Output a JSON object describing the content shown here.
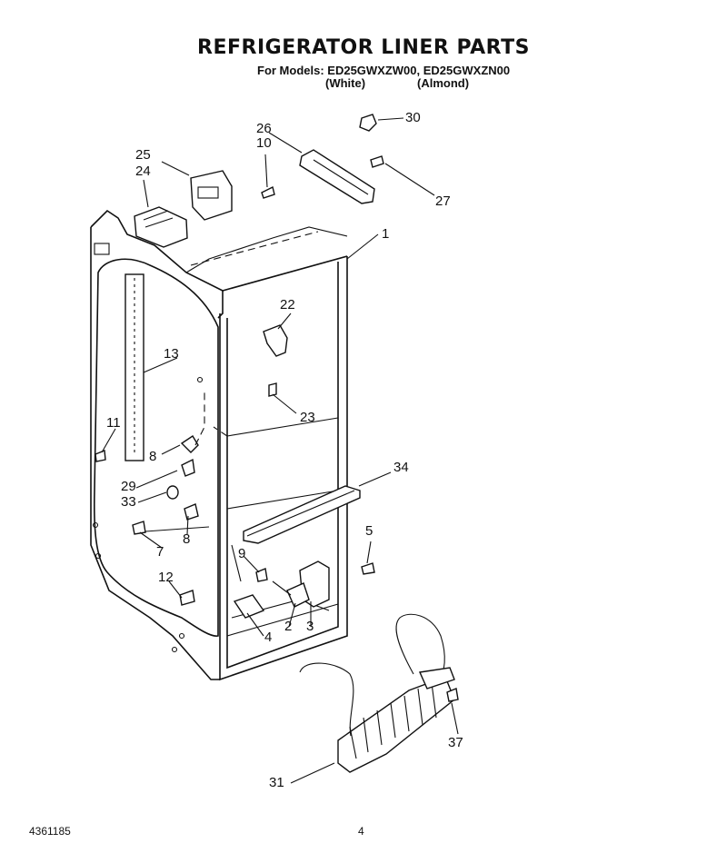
{
  "title": "REFRIGERATOR LINER PARTS",
  "models_line": "For Models: ED25GWXZW00, ED25GWXZN00",
  "variants": [
    "(White)",
    "(Almond)"
  ],
  "footer": {
    "doc_number": "4361185",
    "page_number": "4"
  },
  "callouts": [
    "1",
    "2",
    "3",
    "4",
    "5",
    "7",
    "8",
    "8",
    "9",
    "10",
    "11",
    "12",
    "13",
    "22",
    "23",
    "24",
    "25",
    "26",
    "27",
    "29",
    "30",
    "31",
    "33",
    "34",
    "37"
  ]
}
